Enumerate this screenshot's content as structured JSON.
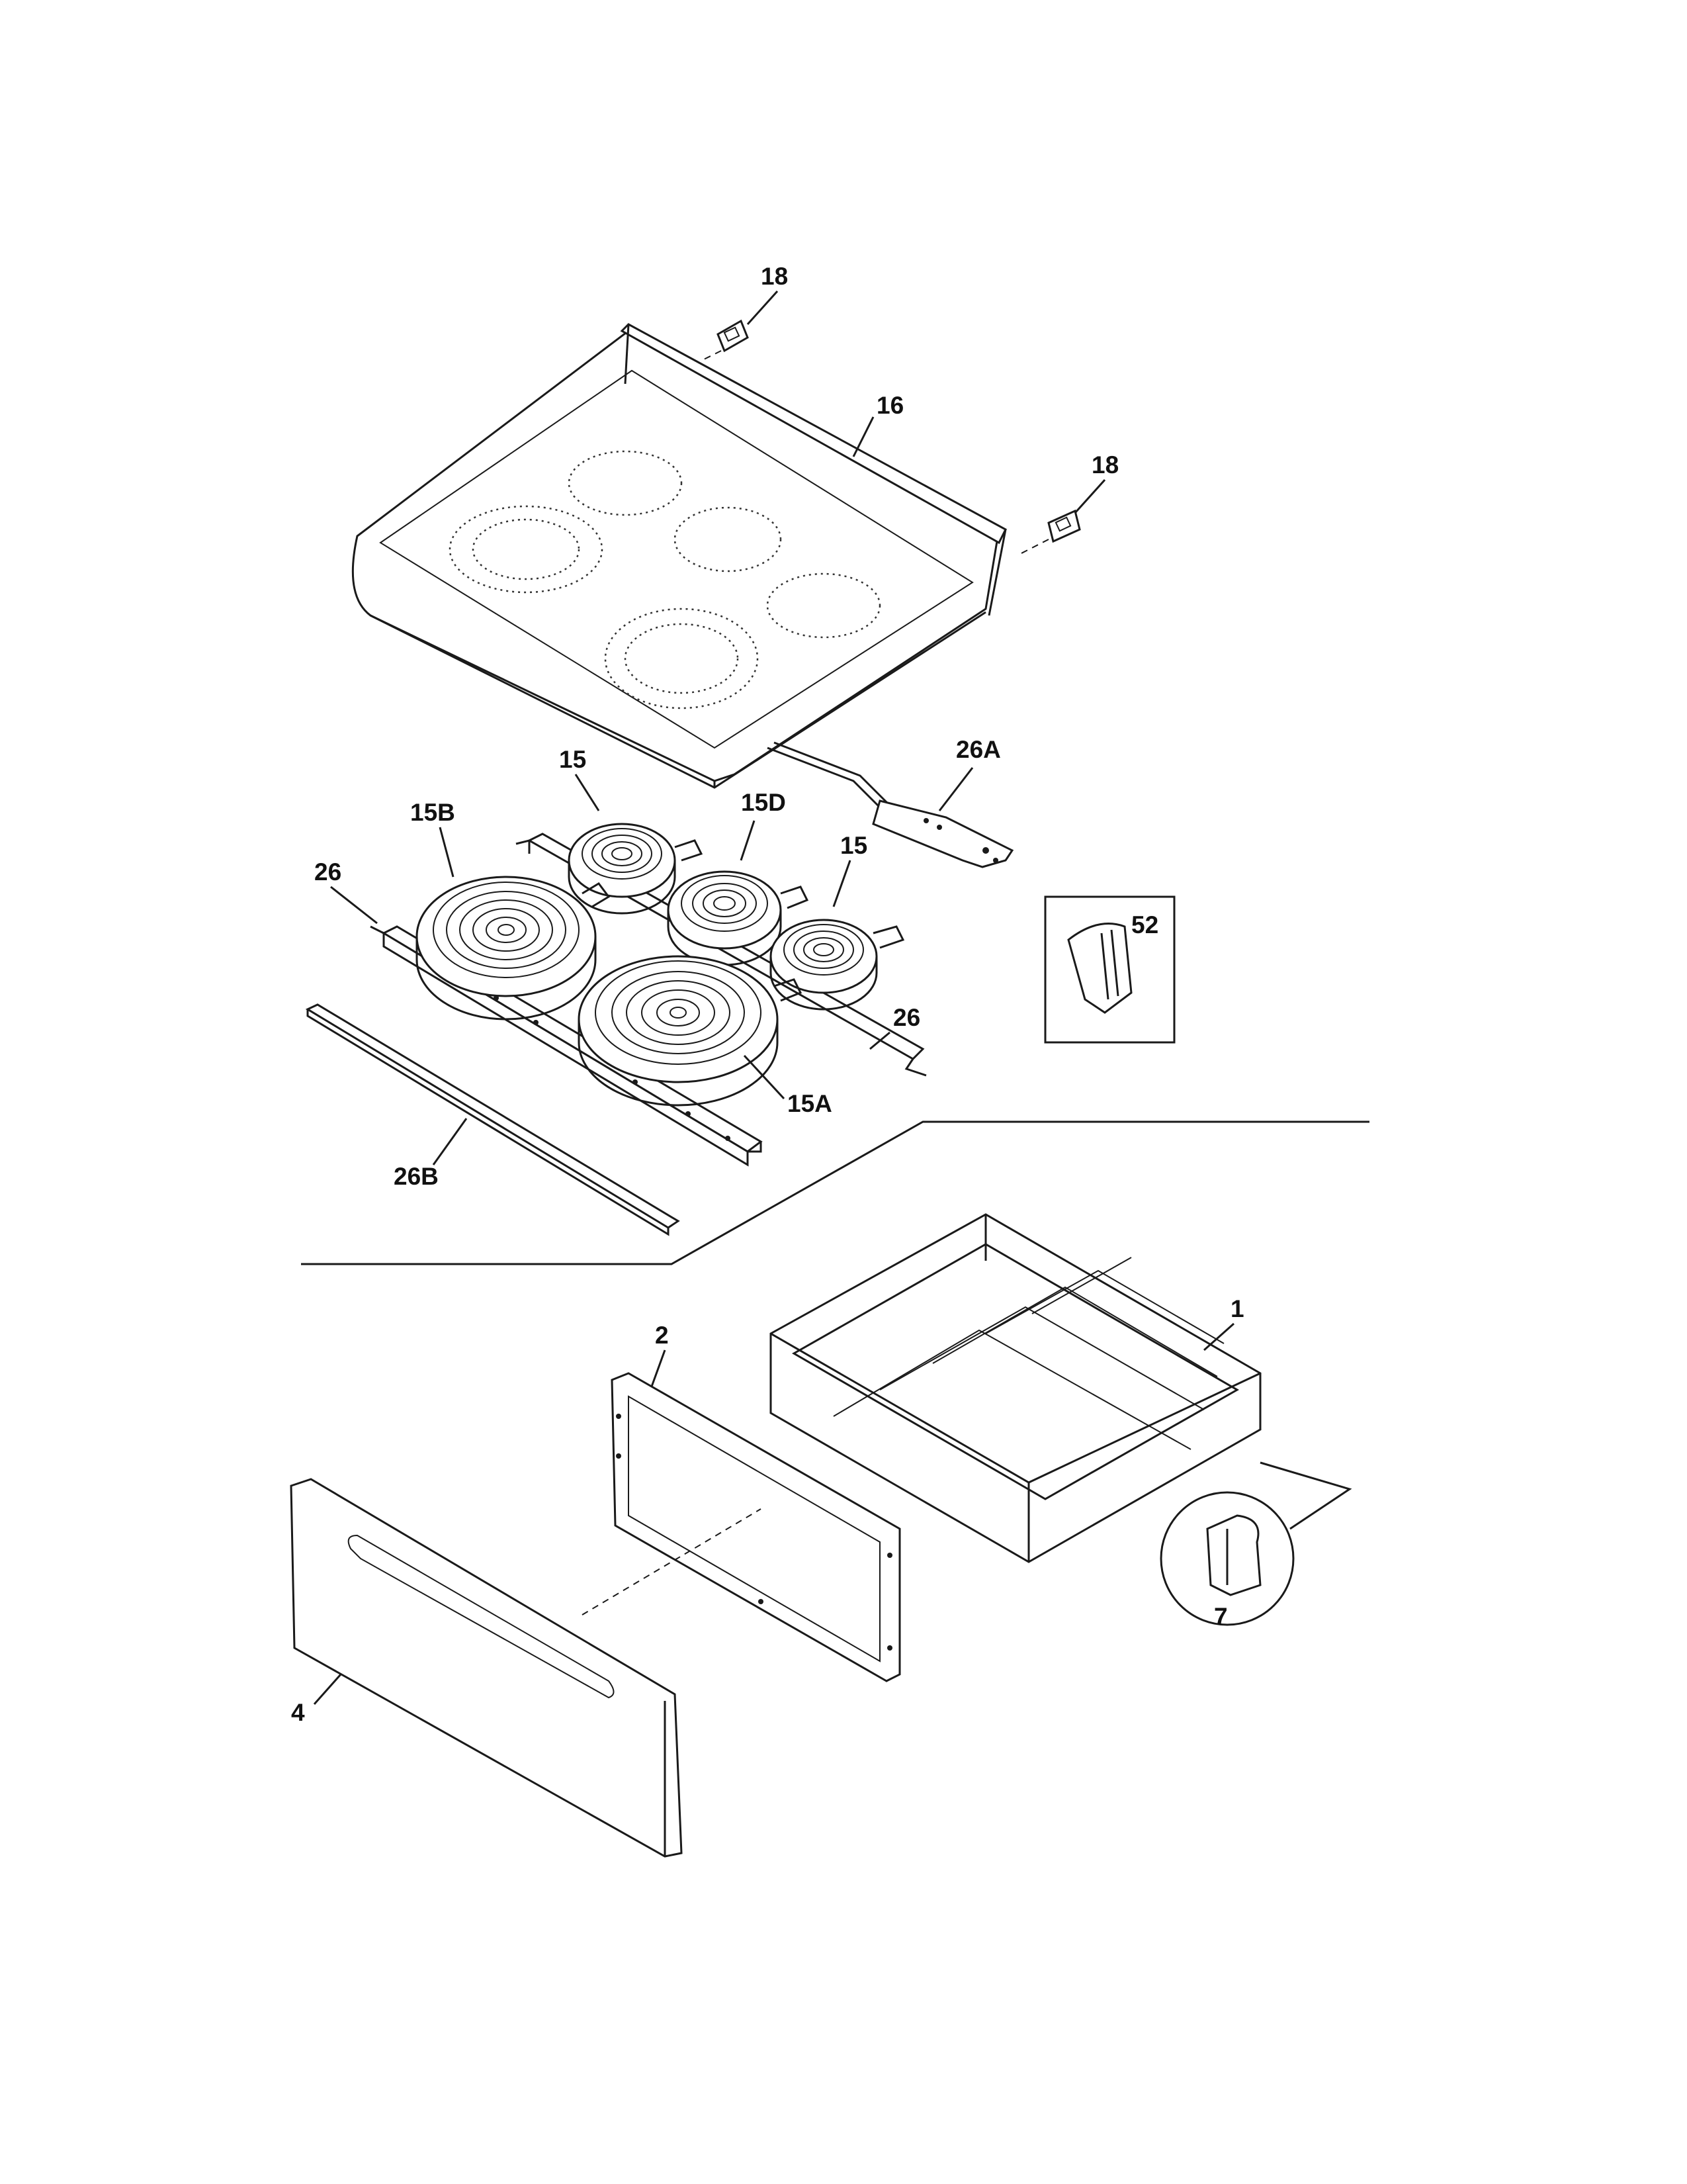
{
  "diagram": {
    "callouts": {
      "c18_top": "18",
      "c16": "16",
      "c18_right": "18",
      "c26A": "26A",
      "c15_top": "15",
      "c15D": "15D",
      "c15B": "15B",
      "c15_right": "15",
      "c26_left": "26",
      "c52": "52",
      "c26_right": "26",
      "c15A": "15A",
      "c26B": "26B",
      "c1": "1",
      "c2": "2",
      "c4": "4",
      "c7": "7"
    }
  }
}
